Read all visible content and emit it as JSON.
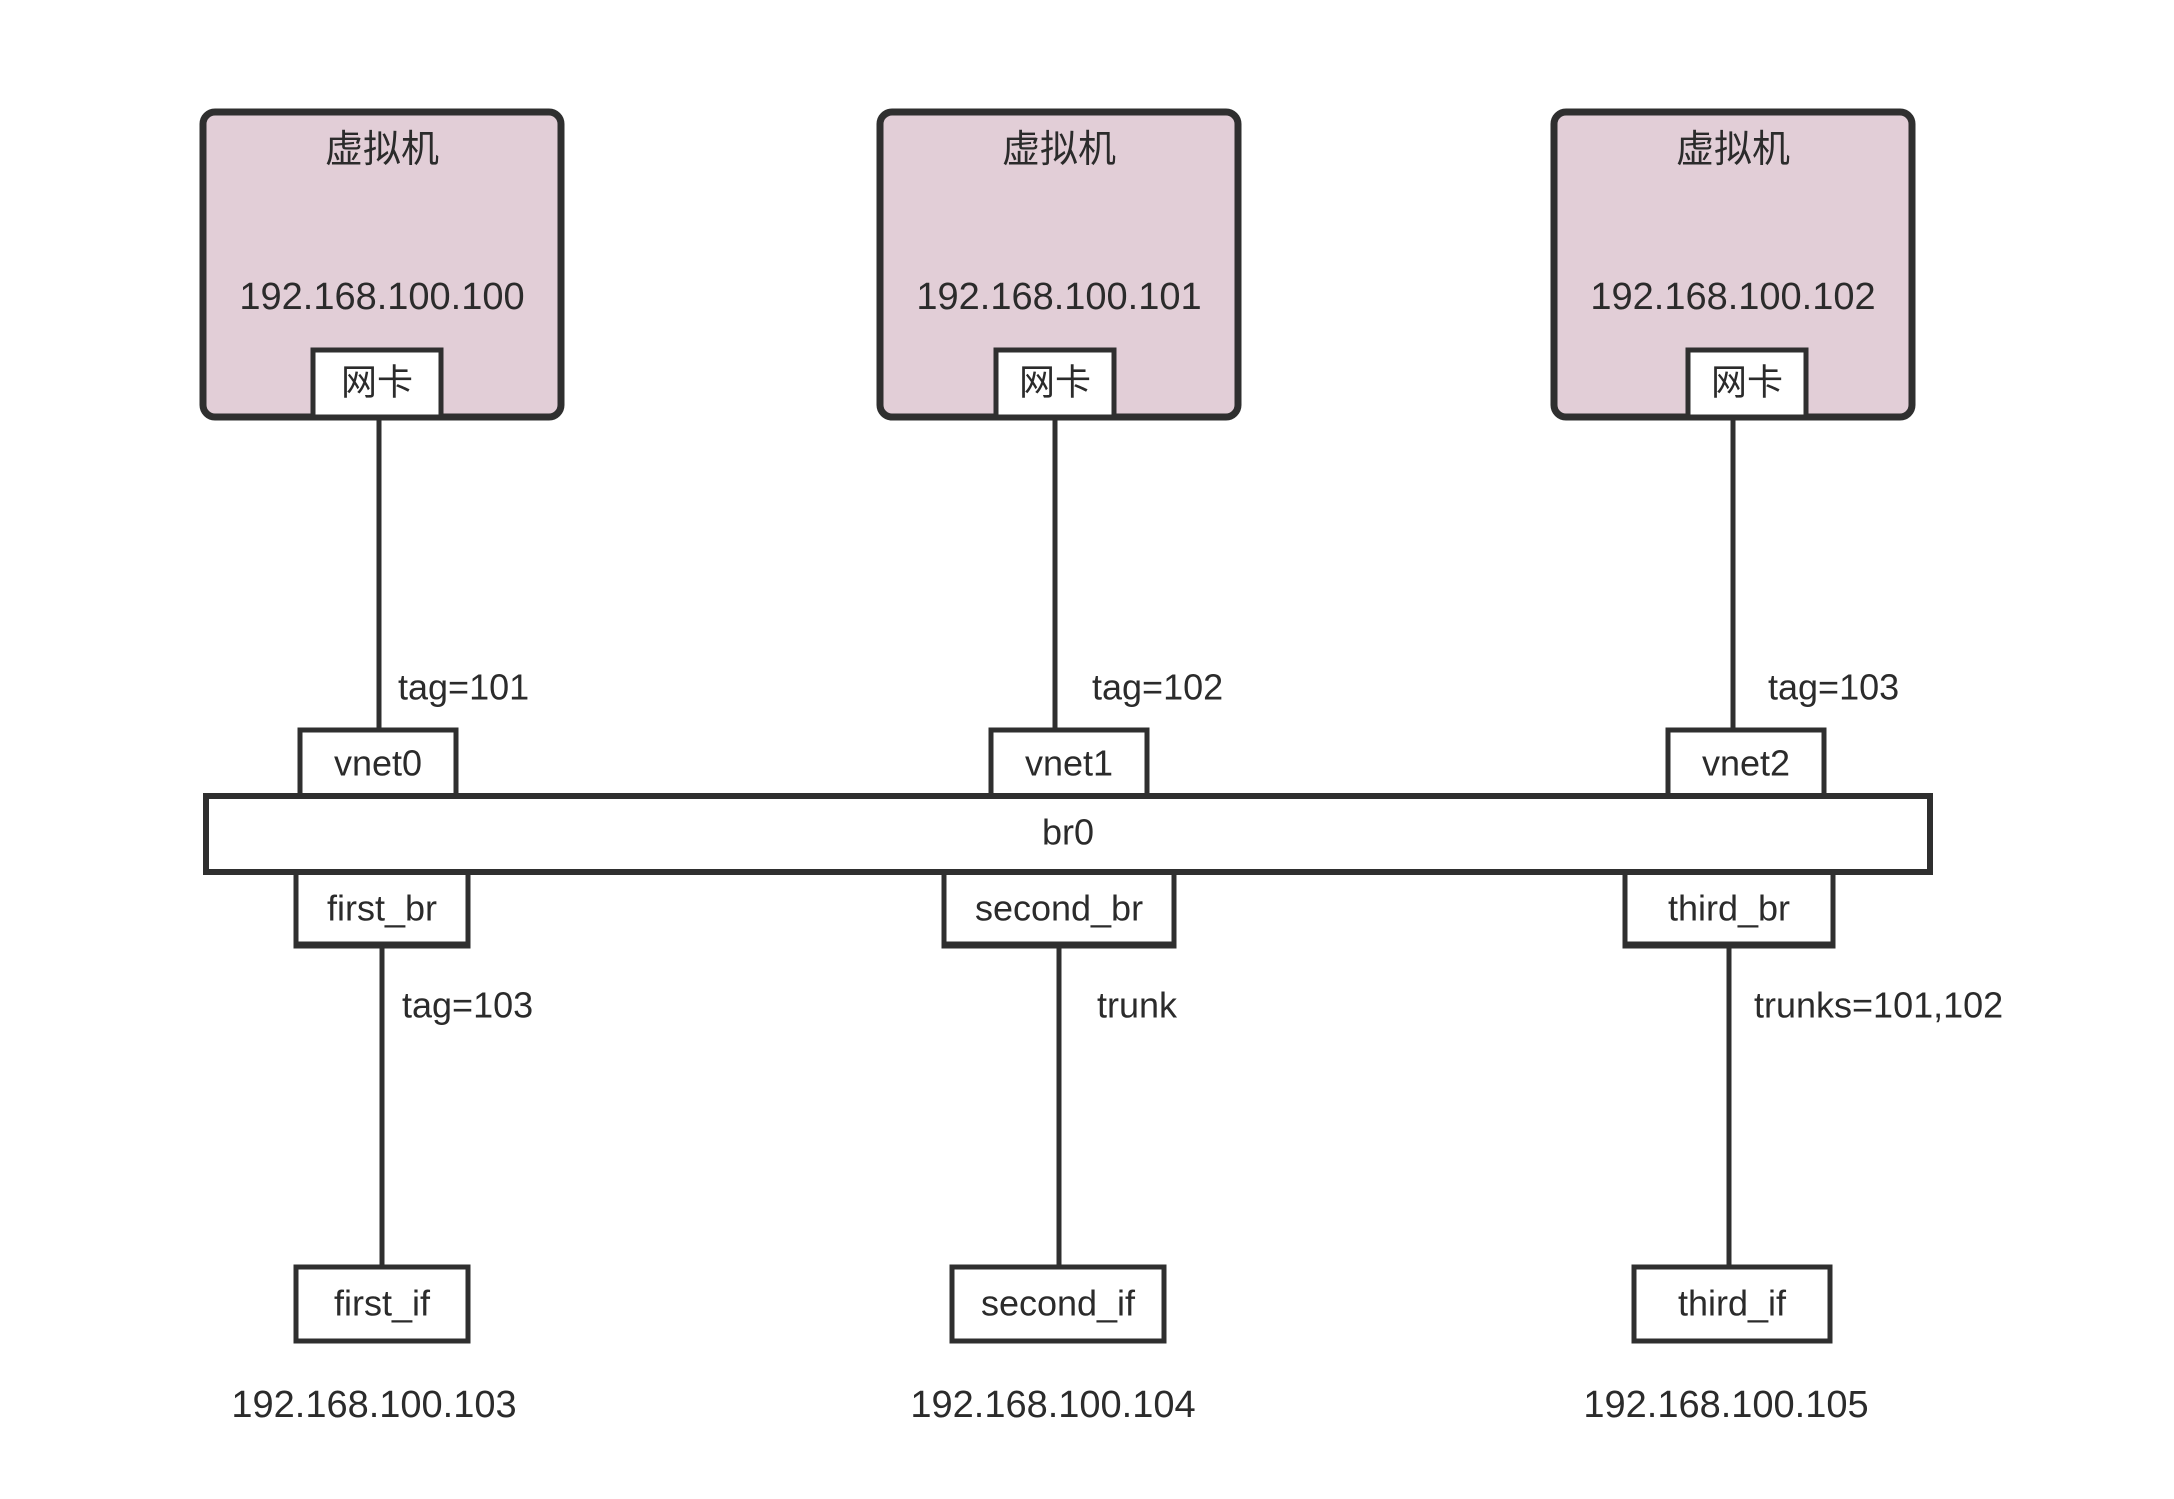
{
  "diagram": {
    "title": "Open vSwitch br0 VLAN topology",
    "background_color": "#ffffff",
    "stroke_color": "#2f2f2f",
    "vm_fill_color": "#e2ced7",
    "node_fill_color": "#ffffff",
    "text_color": "#2b2b2b"
  },
  "vms": [
    {
      "title": "虚拟机",
      "ip": "192.168.100.100",
      "nic_label": "网卡"
    },
    {
      "title": "虚拟机",
      "ip": "192.168.100.101",
      "nic_label": "网卡"
    },
    {
      "title": "虚拟机",
      "ip": "192.168.100.102",
      "nic_label": "网卡"
    }
  ],
  "vnet_ports": [
    {
      "label": "vnet0",
      "tag": "tag=101"
    },
    {
      "label": "vnet1",
      "tag": "tag=102"
    },
    {
      "label": "vnet2",
      "tag": "tag=103"
    }
  ],
  "bridge": {
    "label": "br0"
  },
  "bridge_ports": [
    {
      "label": "first_br",
      "tag": "tag=103"
    },
    {
      "label": "second_br",
      "tag": "trunk"
    },
    {
      "label": "third_br",
      "tag": "trunks=101,102"
    }
  ],
  "interfaces": [
    {
      "label": "first_if",
      "ip": "192.168.100.103"
    },
    {
      "label": "second_if",
      "ip": "192.168.100.104"
    },
    {
      "label": "third_if",
      "ip": "192.168.100.105"
    }
  ]
}
